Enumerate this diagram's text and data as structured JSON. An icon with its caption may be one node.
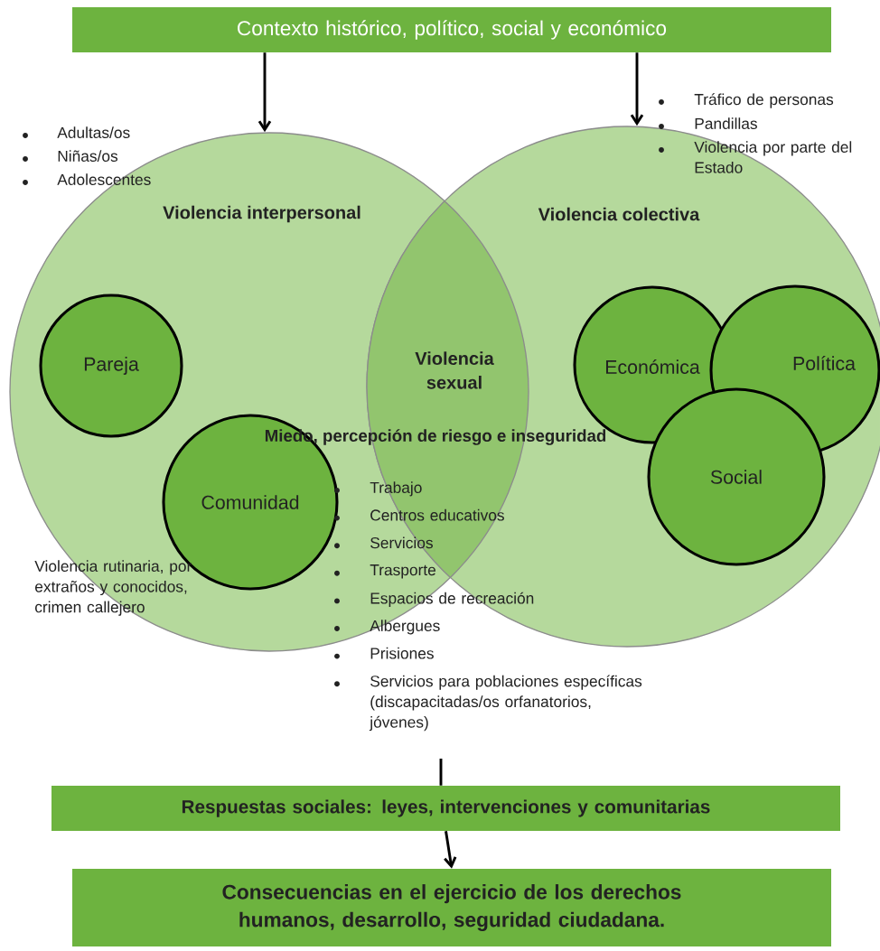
{
  "diagram": {
    "nodes": [
      {
        "text": [
          "Contexto histórico, político, social y económico"
        ]
      },
      {
        "text": [
          "Violencia interpersonal"
        ]
      },
      {
        "text": [
          "Violencia colectiva"
        ]
      },
      {
        "text": [
          "Violencia sexual"
        ]
      },
      {
        "text": [
          "Pareja"
        ],
        "in": 1
      },
      {
        "text": [
          "Comunidad"
        ],
        "in": 1
      },
      {
        "text": [
          "Económica"
        ],
        "in": 2
      },
      {
        "text": [
          "Política"
        ],
        "in": 2
      },
      {
        "text": [
          "Social"
        ],
        "in": 2
      },
      {
        "text": [
          "Respuestas sociales: leyes, intervenciones y comunitarias"
        ]
      },
      {
        "text": [
          "Consecuencias en el ejercicio de los derechos humanos, desarrollo, seguridad ciudadana."
        ]
      }
    ],
    "edges": [
      {
        "from": 0,
        "to": 1,
        "arrow": "to"
      },
      {
        "from": 0,
        "to": 2,
        "arrow": "to"
      },
      {
        "from": null,
        "to": 9,
        "arrow": "none"
      },
      {
        "from": 9,
        "to": 10,
        "arrow": "to"
      }
    ],
    "labels": [
      "Tráfico de personas",
      "Pandillas",
      "Violencia por parte del Estado",
      "Adultas/os",
      "Niñas/os",
      "Adolescentes",
      "Miedo, percepción de riesgo e inseguridad",
      "Trabajo",
      "Centros educativos",
      "Servicios",
      "Trasporte",
      "Espacios de recreación",
      "Albergues",
      "Prisiones",
      "Servicios para poblaciones específicas (discapacitadas/os orfanatorios, jóvenes)",
      "Violencia rutinaria, por extraños y conocidos, crimen callejero"
    ]
  }
}
